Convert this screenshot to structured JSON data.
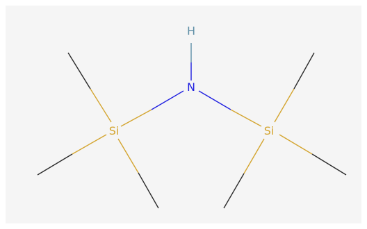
{
  "molecule": {
    "atoms": [
      {
        "id": "h",
        "symbol": "H",
        "color": "#5e8ea6"
      },
      {
        "id": "n",
        "symbol": "N",
        "color": "#1f1fe0"
      },
      {
        "id": "si1",
        "symbol": "Si",
        "color": "#d4a530"
      },
      {
        "id": "si2",
        "symbol": "Si",
        "color": "#d4a530"
      }
    ],
    "bonds": [
      {
        "id": "n-h",
        "from": "n",
        "to": "h",
        "colors": [
          "#1f1fe0",
          "#5e8ea6"
        ]
      },
      {
        "id": "n-si1",
        "from": "n",
        "to": "si1",
        "colors": [
          "#1f1fe0",
          "#d4a530"
        ]
      },
      {
        "id": "n-si2",
        "from": "n",
        "to": "si2",
        "colors": [
          "#1f1fe0",
          "#d4a530"
        ]
      },
      {
        "id": "si1-me-top",
        "from": "si1",
        "to": "methyl",
        "colors": [
          "#d4a530",
          "#2b2b2b"
        ]
      },
      {
        "id": "si1-me-left",
        "from": "si1",
        "to": "methyl",
        "colors": [
          "#d4a530",
          "#2b2b2b"
        ]
      },
      {
        "id": "si1-me-bottom",
        "from": "si1",
        "to": "methyl",
        "colors": [
          "#d4a530",
          "#2b2b2b"
        ]
      },
      {
        "id": "si2-me-top",
        "from": "si2",
        "to": "methyl",
        "colors": [
          "#d4a530",
          "#2b2b2b"
        ]
      },
      {
        "id": "si2-me-right",
        "from": "si2",
        "to": "methyl",
        "colors": [
          "#d4a530",
          "#2b2b2b"
        ]
      },
      {
        "id": "si2-me-bottom",
        "from": "si2",
        "to": "methyl",
        "colors": [
          "#d4a530",
          "#2b2b2b"
        ]
      }
    ]
  },
  "colors": {
    "background": "#f5f5f5",
    "page": "#ffffff",
    "carbon_bond": "#2b2b2b"
  }
}
